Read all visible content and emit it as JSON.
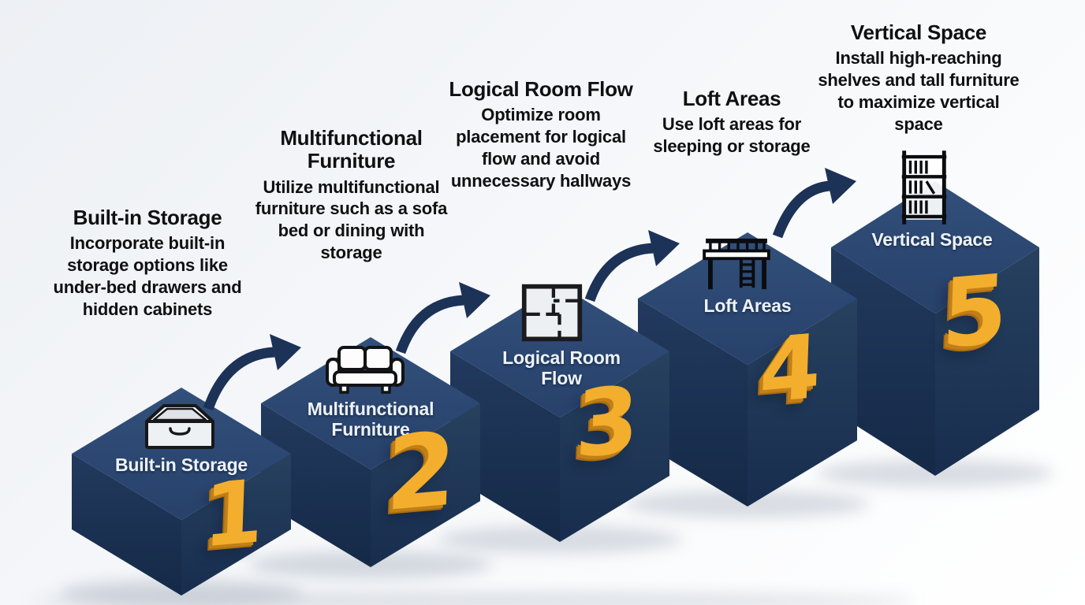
{
  "steps": [
    {
      "number": "1",
      "title": "Built-in Storage",
      "description": "Incorporate built-in storage options like under-bed drawers and hidden cabinets",
      "cube_label": "Built-in Storage",
      "icon": "drawer-icon"
    },
    {
      "number": "2",
      "title": "Multifunctional Furniture",
      "description": "Utilize multifunctional furniture such as a sofa bed or dining with storage",
      "cube_label": "Multifunctional Furniture",
      "icon": "sofa-icon"
    },
    {
      "number": "3",
      "title": "Logical Room Flow",
      "description": "Optimize room placement for logical flow and avoid unnecessary hallways",
      "cube_label": "Logical Room Flow",
      "icon": "floor-plan-icon"
    },
    {
      "number": "4",
      "title": "Loft Areas",
      "description": "Use loft areas for sleeping or storage",
      "cube_label": "Loft Areas",
      "icon": "loft-bed-icon"
    },
    {
      "number": "5",
      "title": "Vertical Space",
      "description": "Install high-reaching shelves and tall furniture to maximize vertical space",
      "cube_label": "Vertical Space",
      "icon": "bookshelf-icon"
    }
  ],
  "colors": {
    "cube_top": "#2e4a70",
    "cube_left": "#1d3254",
    "cube_right": "#223a5e",
    "number_gold": "#f3ae2d",
    "number_gold_shadow": "#c17f18",
    "arrow_navy": "#1c3257",
    "heading_text": "#101012",
    "cube_label_text": "#eef3f9",
    "background": "#f4f6f9"
  }
}
